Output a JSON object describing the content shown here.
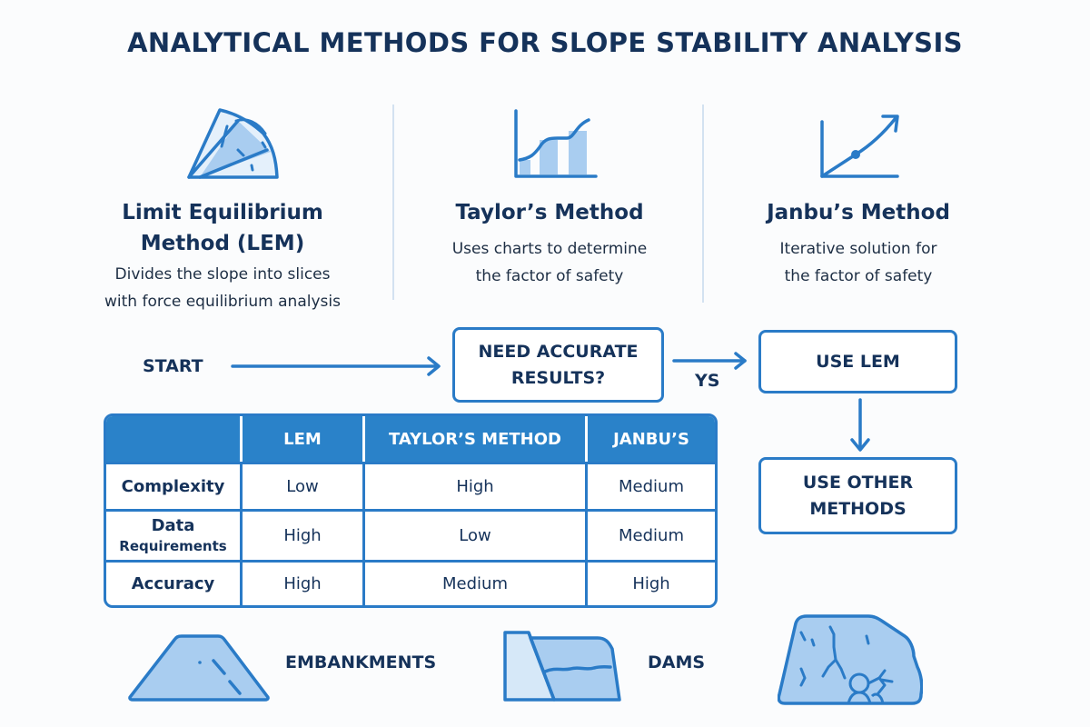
{
  "title": "ANALYTICAL METHODS FOR SLOPE STABILITY ANALYSIS",
  "colors": {
    "primary_blue": "#2a7bc7",
    "header_blue": "#2a82c9",
    "light_fill": "#a9cdf0",
    "navy_text": "#15325a",
    "background": "#fbfcfd"
  },
  "methods": [
    {
      "icon": "slices-fan-icon",
      "title_line1": "Limit Equilibrium",
      "title_line2": "Method (LEM)",
      "desc_line1": "Divides the slope into slices",
      "desc_line2": "with force equilibrium analysis"
    },
    {
      "icon": "chart-curve-bars-icon",
      "title_line1": "Taylor’s Method",
      "desc_line1": "Uses charts to determine",
      "desc_line2": "the factor of safety"
    },
    {
      "icon": "trend-arrow-icon",
      "title_line1": "Janbu’s Method",
      "desc_line1": "Iterative solution for",
      "desc_line2": "the factor of safety"
    }
  ],
  "flowchart": {
    "start": "START",
    "decision_line1": "NEED ACCURATE",
    "decision_line2": "RESULTS?",
    "yes_label": "YS",
    "use_lem": "USE LEM",
    "use_other_line1": "USE OTHER",
    "use_other_line2": "METHODS"
  },
  "table": {
    "headers": [
      "",
      "LEM",
      "TAYLOR’S METHOD",
      "JANBU’S"
    ],
    "rows": [
      {
        "label": "Complexity",
        "values": [
          "Low",
          "High",
          "Medium"
        ]
      },
      {
        "label_line1": "Data",
        "label_line2": "Requirements",
        "values": [
          "High",
          "Low",
          "Medium"
        ]
      },
      {
        "label": "Accuracy",
        "values": [
          "High",
          "Medium",
          "High"
        ]
      }
    ]
  },
  "applications": [
    {
      "icon": "embankment-icon",
      "label": "EMBANKMENTS"
    },
    {
      "icon": "dam-icon",
      "label": "DAMS"
    },
    {
      "icon": "rock-slope-icon",
      "label": ""
    }
  ]
}
